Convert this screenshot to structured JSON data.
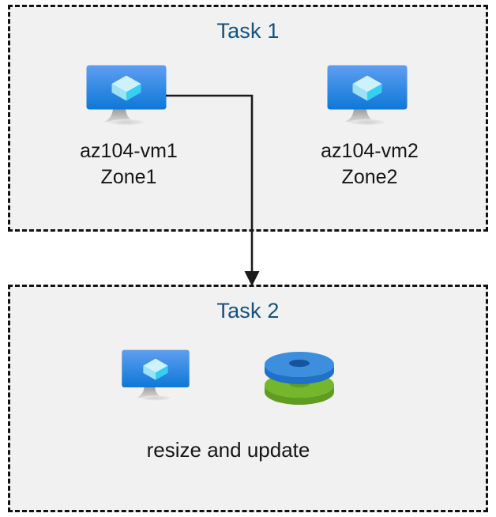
{
  "diagram": {
    "title_color": "#13517f",
    "box_fill": "#f1f1f1",
    "box_border_color": "#111111",
    "page_background": "#ffffff",
    "connector_color": "#1a1a1a"
  },
  "task1": {
    "title": "Task 1",
    "nodes": [
      {
        "icon": "virtual-machine-icon",
        "label": "az104-vm1\nZone1",
        "name": "az104-vm1",
        "zone": "Zone1"
      },
      {
        "icon": "virtual-machine-icon",
        "label": "az104-vm2\nZone2",
        "name": "az104-vm2",
        "zone": "Zone2"
      }
    ]
  },
  "task2": {
    "title": "Task 2",
    "caption": "resize and update",
    "icons": [
      {
        "icon": "virtual-machine-icon"
      },
      {
        "icon": "disks-icon"
      }
    ]
  },
  "connector": {
    "from": "az104-vm1",
    "to": "Task 2",
    "style": "elbow-arrow-down"
  },
  "palette": {
    "vm_screen_top": "#5b9bee",
    "vm_screen_bottom": "#0f7ad8",
    "vm_cube_top": "#c8f0fb",
    "vm_cube_left": "#8fdff5",
    "vm_cube_right": "#35cff2",
    "vm_stand": "#a9a9a9",
    "disk_blue_top": "#3d8fdd",
    "disk_blue_side": "#1f72c7",
    "disk_blue_hole": "#15559b",
    "disk_green_top": "#74b72c",
    "disk_green_side": "#5f9c20",
    "disk_green_hole": "#5f9c20"
  }
}
